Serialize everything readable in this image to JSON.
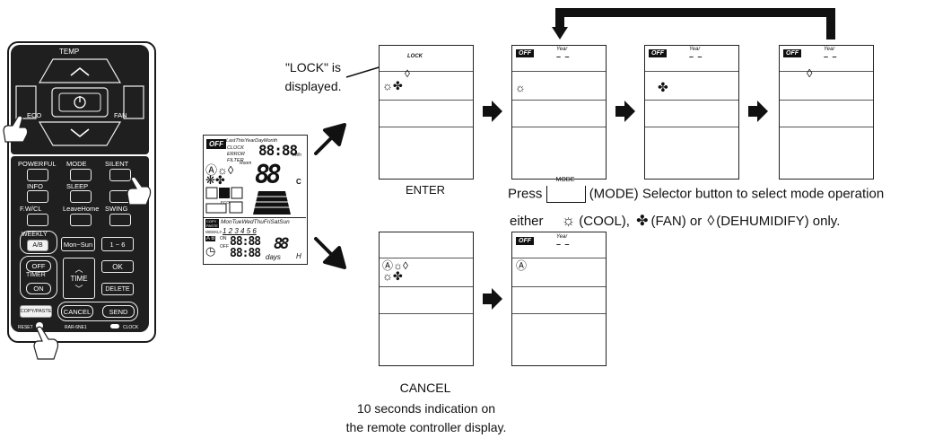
{
  "remote": {
    "temp_label": "TEMP",
    "eco_label": "ECO",
    "fan_label": "FAN",
    "row1": [
      "POWERFUL",
      "MODE",
      "SILENT"
    ],
    "row2": [
      "INFO",
      "SLEEP",
      ""
    ],
    "row3": [
      "F.W/CL",
      "LeaveHome",
      "SWING"
    ],
    "weekly_label": "WEEKLY",
    "ab_label": "A/B",
    "mon_sun": "Mon~Sun",
    "one_six": "1 ~ 6",
    "off_label": "OFF",
    "timer_label": "TIMER",
    "on_label": "ON",
    "time_label": "TIME",
    "ok_label": "OK",
    "delete_label": "DELETE",
    "copy_paste": "COPY/PASTE",
    "cancel_label": "CANCEL",
    "send_label": "SEND",
    "reset_label": "RESET",
    "model": "RAR-6NE1",
    "clock_label": "CLOCK"
  },
  "lcd_main": {
    "off": "OFF",
    "top_row": "LastThisYearDayMonth",
    "clock_error": "CLOCK ERROR FILTER",
    "kwh": "kWh",
    "room": "Room",
    "big_c": "C",
    "eco": "ECO",
    "week_days": "MonTueWedThuFriSatSun",
    "numbers": "1 2 3 4 5 6",
    "copy": "COPY",
    "paste": "PASTE",
    "weekly": "WEEKLY",
    "ab": "A B",
    "on": "ON",
    "off_small": "OFF",
    "days": "days",
    "h": "H"
  },
  "lock_note": {
    "text1": "\"LOCK\" is",
    "text2": "displayed.",
    "lock_word": "LOCK"
  },
  "panels": {
    "lock_tag": "LOCK",
    "off": "OFF",
    "year": "Year",
    "dash": "– –"
  },
  "captions": {
    "enter": "ENTER",
    "cancel": "CANCEL",
    "cancel_note1": "10 seconds indication on",
    "cancel_note2": "the remote controller display.",
    "press_pre": "Press",
    "mode_key": "MODE",
    "press_post": "(MODE) Selector button to select mode operation",
    "either": "either",
    "cool": "(COOL),",
    "fan": "(FAN) or",
    "dehum": "(DEHUMIDIFY)  only."
  }
}
